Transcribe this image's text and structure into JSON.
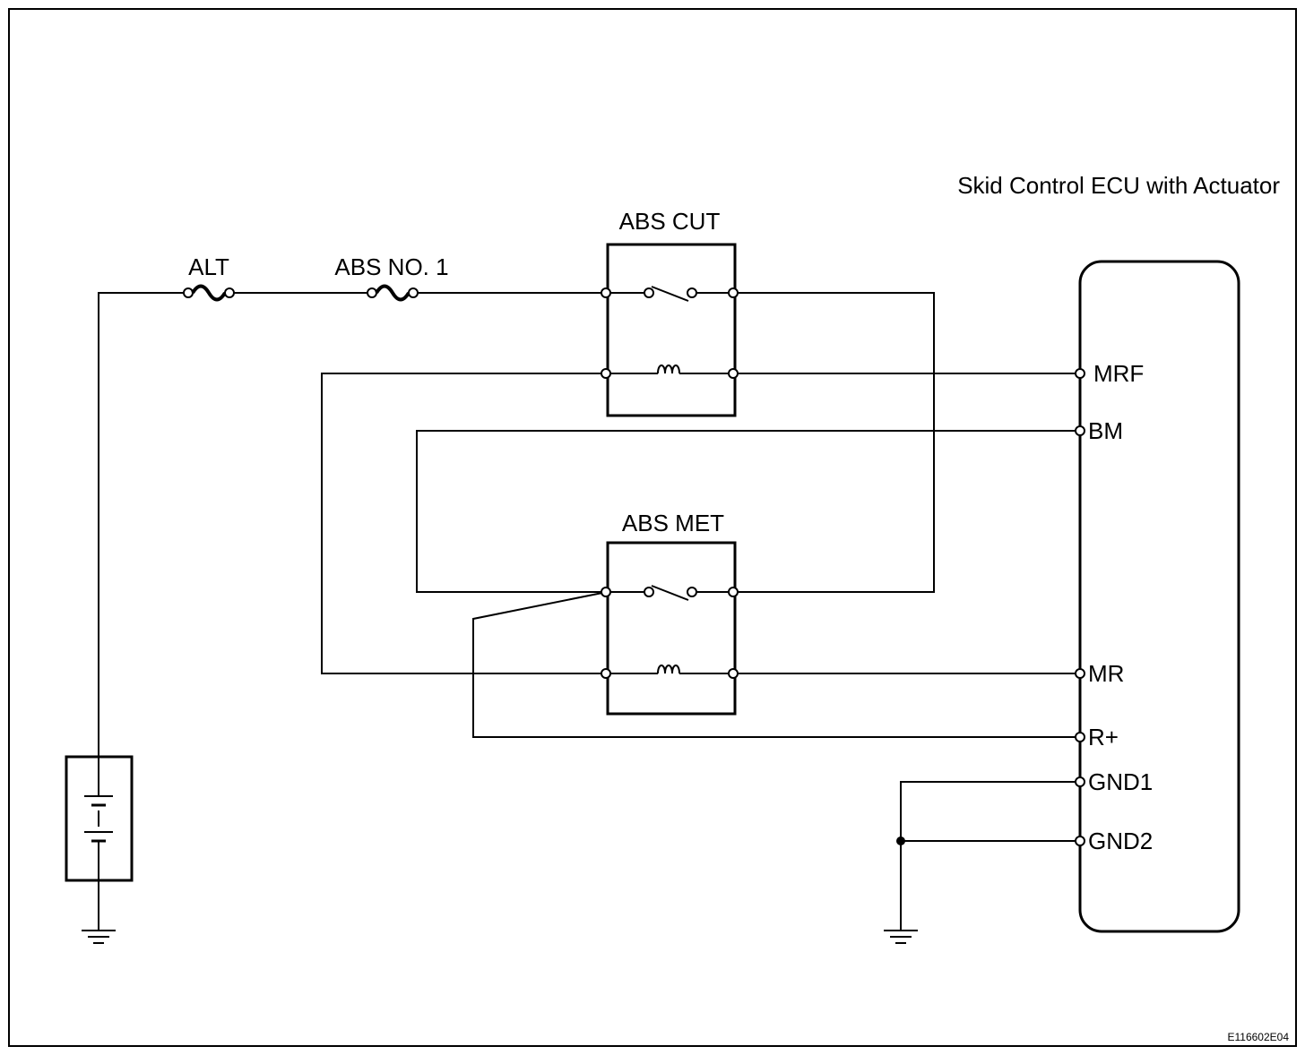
{
  "ecu": {
    "title": "Skid Control ECU with Actuator",
    "pins": {
      "mrf": "MRF",
      "bm": "BM",
      "mr": "MR",
      "rplus": "R+",
      "gnd1": "GND1",
      "gnd2": "GND2"
    }
  },
  "fuses": {
    "alt": "ALT",
    "abs_no1": "ABS NO. 1"
  },
  "relays": {
    "abs_cut": "ABS CUT",
    "abs_met": "ABS MET"
  },
  "figure_code": "E116602E04"
}
